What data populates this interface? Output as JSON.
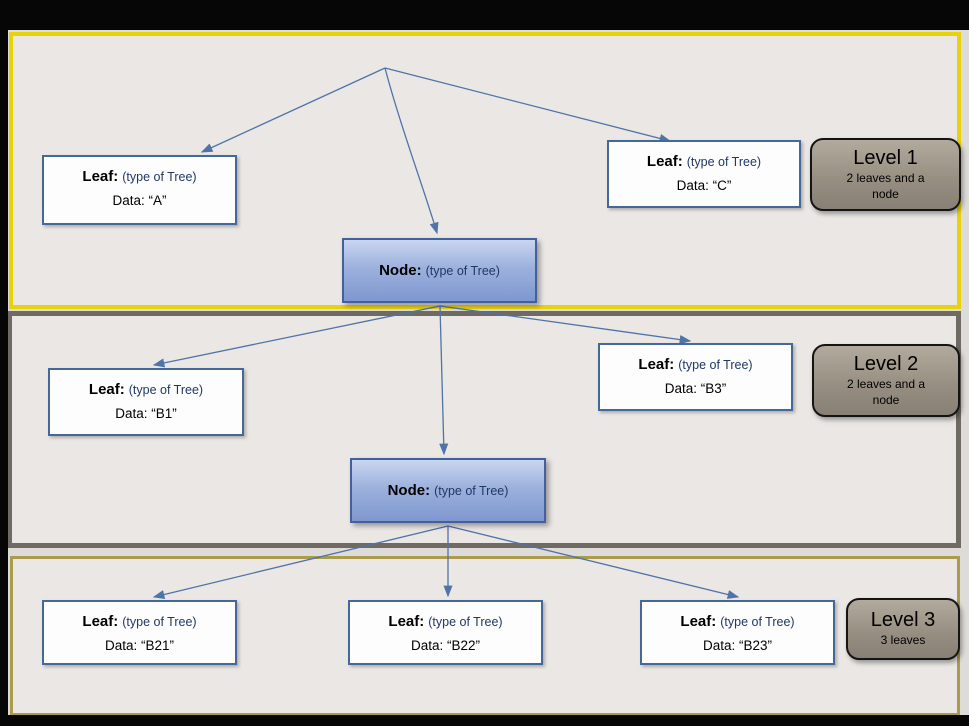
{
  "levels": [
    {
      "name": "Level 1",
      "badge": {
        "title": "Level 1",
        "subtitle": "2 leaves and a node"
      },
      "node": {
        "label": "Node:",
        "type": "(type of Tree)"
      },
      "leaves": [
        {
          "label": "Leaf:",
          "type": "(type of Tree)",
          "data": "Data: “A”"
        },
        {
          "label": "Leaf:",
          "type": "(type of Tree)",
          "data": "Data: “C”"
        }
      ]
    },
    {
      "name": "Level 2",
      "badge": {
        "title": "Level 2",
        "subtitle": "2 leaves and a node"
      },
      "node": {
        "label": "Node:",
        "type": "(type of Tree)"
      },
      "leaves": [
        {
          "label": "Leaf:",
          "type": "(type of Tree)",
          "data": "Data: “B1”"
        },
        {
          "label": "Leaf:",
          "type": "(type of Tree)",
          "data": "Data: “B3”"
        }
      ]
    },
    {
      "name": "Level 3",
      "badge": {
        "title": "Level 3",
        "subtitle": "3 leaves"
      },
      "leaves": [
        {
          "label": "Leaf:",
          "type": "(type of Tree)",
          "data": "Data: “B21”"
        },
        {
          "label": "Leaf:",
          "type": "(type of Tree)",
          "data": "Data: “B22”"
        },
        {
          "label": "Leaf:",
          "type": "(type of Tree)",
          "data": "Data: “B23”"
        }
      ]
    }
  ],
  "colors": {
    "arrow": "#4f74a8",
    "leaf_border": "#44689a",
    "node_fill_top": "#9db1dd",
    "node_fill_bottom": "#7e97cf",
    "badge_fill": "#968d81",
    "type_text": "#1f3864",
    "level1_border": "#e8d20a",
    "level2_border": "#6f6a62",
    "level3_border": "#ab9b4d"
  }
}
